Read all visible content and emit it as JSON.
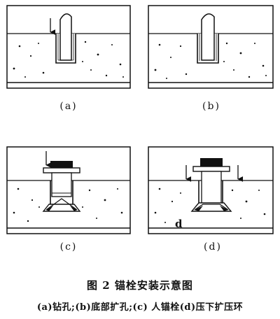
{
  "panels": [
    {
      "label": "(a)",
      "step": "钻孔"
    },
    {
      "label": "(b)",
      "step": "底部扩孔"
    },
    {
      "label": "(c)",
      "step": "人锚栓"
    },
    {
      "label": "(d)",
      "step": "压下扩压环"
    }
  ],
  "figure_title": "图 2   锚栓安装示意图",
  "figure_description": "(a)钻孔;(b)底部扩孔;(c) 人锚栓(d)压下扩压环",
  "panel_d_marker": "d",
  "colors": {
    "ink": "#111111",
    "background": "#ffffff"
  }
}
